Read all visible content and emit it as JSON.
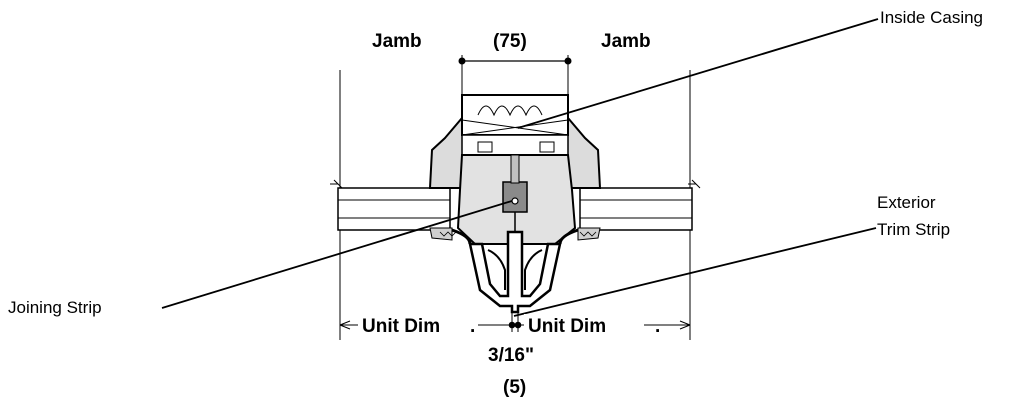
{
  "labels": {
    "jamb_left": "Jamb",
    "jamb_right": "Jamb",
    "casing_width": "(75)",
    "inside_casing": "Inside Casing",
    "exterior_trim_line1": "Exterior",
    "exterior_trim_line2": "Trim Strip",
    "joining_strip": "Joining Strip",
    "unit_dim_left": "Unit Dim",
    "unit_dim_right": "Unit Dim",
    "gap_imperial": "3/16\"",
    "gap_metric": "(5)"
  }
}
